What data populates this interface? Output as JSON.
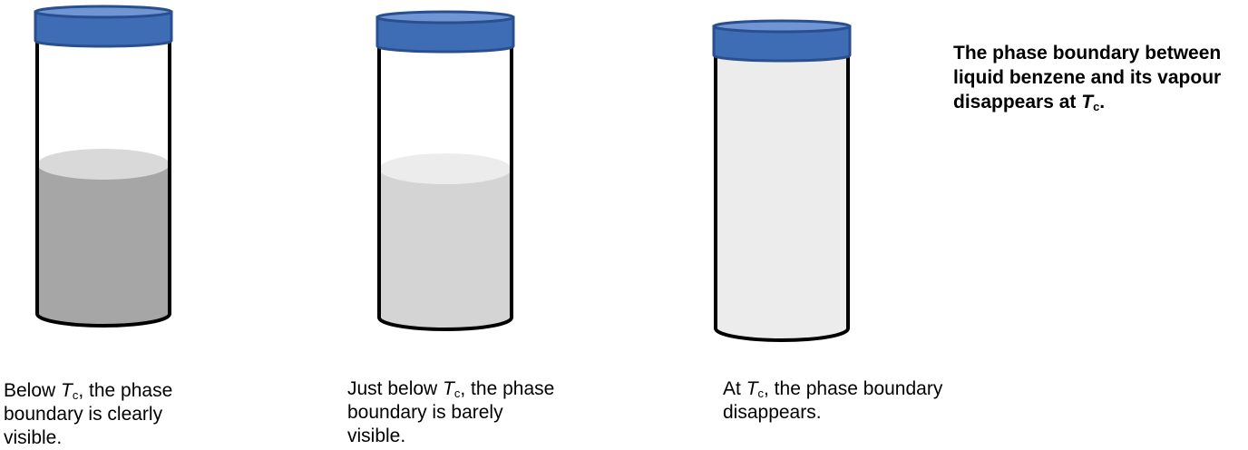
{
  "heading": {
    "text": "The phase boundary between liquid benzene and its vapour disappears at ",
    "symbol": "T",
    "subscript": "c",
    "suffix": "."
  },
  "tubes": [
    {
      "label": "below-tc",
      "liquid_fraction": 0.55,
      "liquid_color": "#a6a6a6",
      "surface_color": "#d9d9d9",
      "caption": {
        "before": "Below ",
        "symbol": "T",
        "subscript": "c",
        "after": ", the phase boundary is clearly visible."
      }
    },
    {
      "label": "just-below-tc",
      "liquid_fraction": 0.55,
      "liquid_color": "#d4d4d4",
      "surface_color": "#ececec",
      "caption": {
        "before": "Just below ",
        "symbol": "T",
        "subscript": "c",
        "after": ", the phase boundary is barely visible."
      }
    },
    {
      "label": "at-tc",
      "liquid_fraction": 1.0,
      "liquid_color": "#ececec",
      "surface_color": "#ececec",
      "caption": {
        "before": "At ",
        "symbol": "T",
        "subscript": "c",
        "after": ", the phase boundary disappears."
      }
    }
  ],
  "colors": {
    "cap_fill": "#3f6db5",
    "cap_top": "#6f95d4",
    "cap_stroke": "#2a4f8f",
    "glass_stroke": "#000000"
  }
}
